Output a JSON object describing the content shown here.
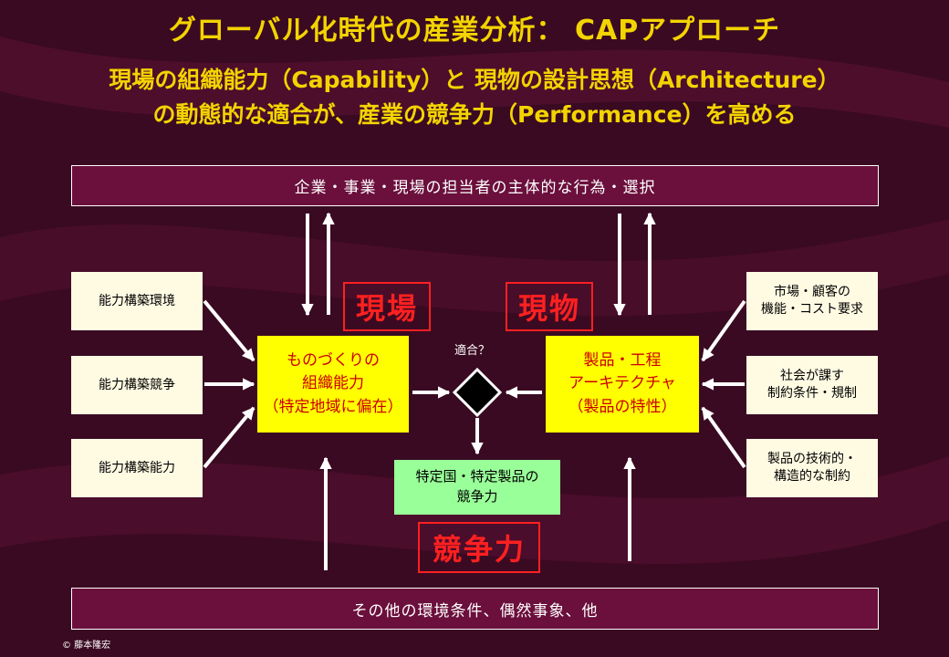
{
  "title": "グローバル化時代の産業分析： CAPアプローチ",
  "subtitle_line1": "現場の組織能力（Capability）と 現物の設計思想（Architecture）",
  "subtitle_line2": "の動態的な適合が、産業の競争力（Performance）を高める",
  "top_band": "企業・事業・現場の担当者の主体的な行為・選択",
  "bottom_band": "その他の環境条件、偶然事象、他",
  "left_boxes": [
    "能力構築環境",
    "能力構築競争",
    "能力構築能力"
  ],
  "right_boxes": [
    "市場・顧客の\n機能・コスト要求",
    "社会が課す\n制約条件・規制",
    "製品の技術的・\n構造的な制約"
  ],
  "label_genba": "現場",
  "label_genbutsu": "現物",
  "label_kyosoryoku": "競争力",
  "capability_box": "ものづくりの\n組織能力\n（特定地域に偏在）",
  "architecture_box": "製品・工程\nアーキテクチャ\n（製品の特性）",
  "fit_label": "適合？",
  "competitiveness_box": "特定国・特定製品の\n競争力",
  "copyright": "© 藤本隆宏",
  "colors": {
    "background": "#3a0a22",
    "title": "#f3d400",
    "band": "#6b0f3c",
    "yellow_box": "#ffff00",
    "green_box": "#99ff99",
    "cream_box": "#fffbe3",
    "red_label": "#ff2020"
  }
}
